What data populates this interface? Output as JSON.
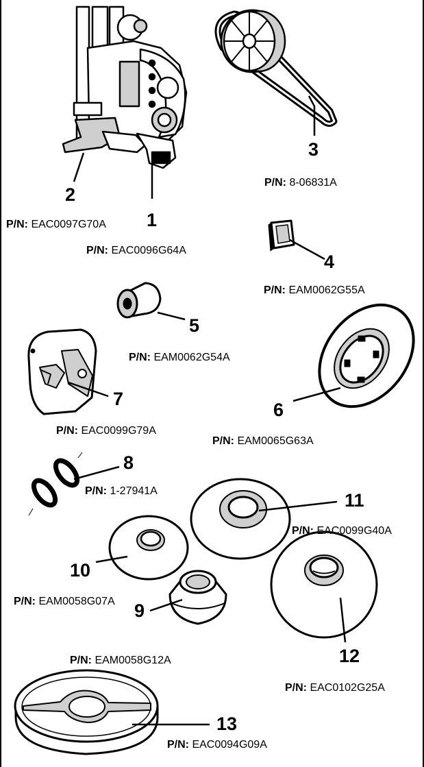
{
  "pn_prefix": "P/N:",
  "colors": {
    "ink": "#000000",
    "paper": "#ffffff",
    "shading": "#cfcfcf",
    "frame": "#000000"
  },
  "parts": [
    {
      "number": "1",
      "part_number": "EAC0096G64A",
      "icon": "support-bracket-assembly-icon"
    },
    {
      "number": "2",
      "part_number": "EAC0097G70A",
      "icon": "support-bracket-lever-icon"
    },
    {
      "number": "3",
      "part_number": "8-06831A",
      "icon": "pulley-and-belt-icon"
    },
    {
      "number": "4",
      "part_number": "EAM0062G55A",
      "icon": "square-pad-icon"
    },
    {
      "number": "5",
      "part_number": "EAM0062G54A",
      "icon": "cylindrical-bushing-icon"
    },
    {
      "number": "6",
      "part_number": "EAM0065G63A",
      "icon": "splined-disc-icon"
    },
    {
      "number": "7",
      "part_number": "EAC0099G79A",
      "icon": "guard-cover-icon"
    },
    {
      "number": "8",
      "part_number": "1-27941A",
      "icon": "o-rings-icon"
    },
    {
      "number": "9",
      "part_number": "EAM0058G12A",
      "icon": "small-cone-icon"
    },
    {
      "number": "10",
      "part_number": "EAM0058G07A",
      "icon": "medium-cone-icon"
    },
    {
      "number": "11",
      "part_number": "EAC0099G40A",
      "icon": "large-cone-icon"
    },
    {
      "number": "12",
      "part_number": "EAC0102G25A",
      "icon": "extra-large-cone-icon"
    },
    {
      "number": "13",
      "part_number": "EAC0094G09A",
      "icon": "pressure-plate-icon"
    }
  ]
}
